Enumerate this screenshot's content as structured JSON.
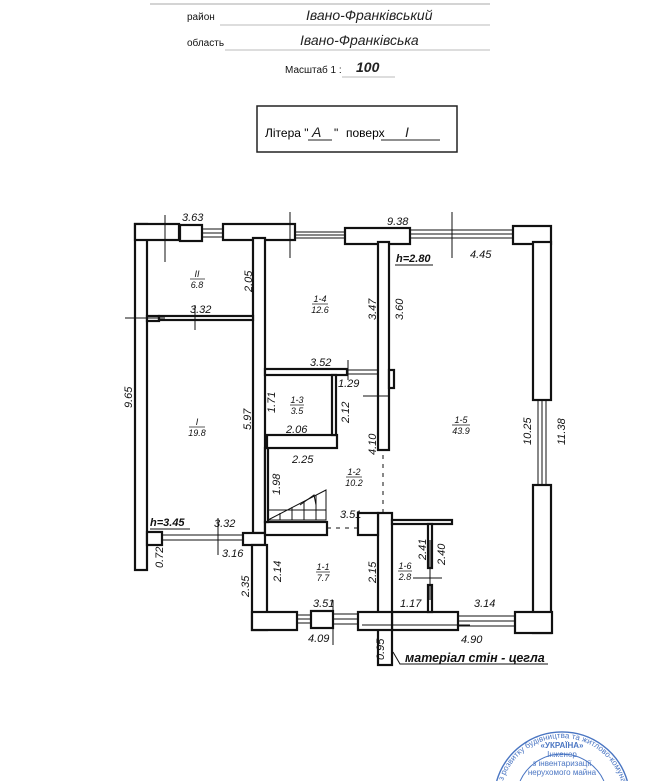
{
  "header": {
    "district_label": "район",
    "district_value": "Івано-Франківський",
    "region_label": "область",
    "region_value": "Івано-Франківська",
    "scale_label": "Масштаб 1 :",
    "scale_value": "100",
    "letter_label": "Літера \"",
    "letter_value": "А",
    "letter_close": "\"",
    "floor_label": "поверх",
    "floor_value": "І"
  },
  "rooms": [
    {
      "id": "ІІ",
      "area": "6.8"
    },
    {
      "id": "І",
      "area": "19.8"
    },
    {
      "id": "1-4",
      "area": "12.6"
    },
    {
      "id": "1-3",
      "area": "3.5"
    },
    {
      "id": "1-5",
      "area": "43.9"
    },
    {
      "id": "1-2",
      "area": "10.2"
    },
    {
      "id": "1-1",
      "area": "7.7"
    },
    {
      "id": "1-6",
      "area": "2.8"
    }
  ],
  "heights": {
    "left": "h=3.45",
    "right": "h=2.80"
  },
  "dims": {
    "d363": "3.63",
    "d938": "9.38",
    "d445": "4.45",
    "d205": "2.05",
    "d332a": "3.32",
    "d347": "3.47",
    "d360": "3.60",
    "d352": "3.52",
    "d129": "1.29",
    "d171": "1.71",
    "d212": "2.12",
    "d206": "2.06",
    "d965": "9.65",
    "d597": "5.97",
    "d410": "4.10",
    "d1025": "10.25",
    "d1138": "11.38",
    "d225": "2.25",
    "d198": "1.98",
    "d351a": "3.51",
    "d332b": "3.32",
    "d316": "3.16",
    "d072": "0.72",
    "d235": "2.35",
    "d214": "2.14",
    "d215": "2.15",
    "d241": "2.41",
    "d240": "2.40",
    "d117": "1.17",
    "d314": "3.14",
    "d351b": "3.51",
    "d409": "4.09",
    "d490": "4.90",
    "d095": "0.95"
  },
  "material_note": "матеріал стін - цегла",
  "stamp": {
    "outer_text": "з розвитку будівництва та житлово-комунального господарства архітектурно-будівельна комісія",
    "center_1": "«УКРАЇНА»",
    "center_2": "Інженер",
    "center_3": "з інвентаризації",
    "center_4": "нерухомого майна"
  }
}
